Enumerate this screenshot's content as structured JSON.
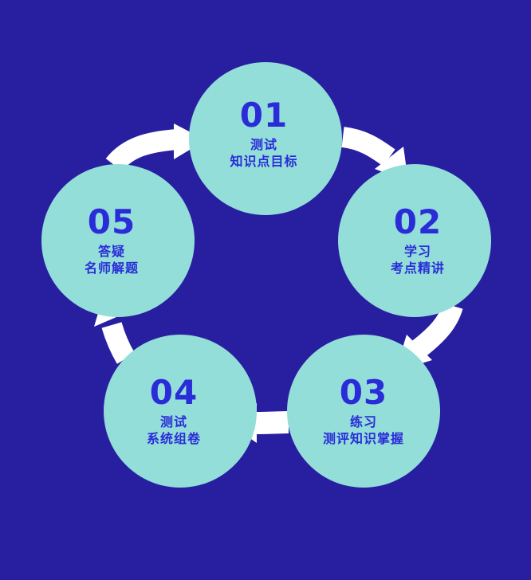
{
  "colors": {
    "background": "#271fa0",
    "circle": "#93ded8",
    "text": "#2a2cd8",
    "arrow": "#ffffff"
  },
  "steps": [
    {
      "number": "01",
      "line1": "测试",
      "line2": "知识点目标"
    },
    {
      "number": "02",
      "line1": "学习",
      "line2": "考点精讲"
    },
    {
      "number": "03",
      "line1": "练习",
      "line2": "测评知识掌握"
    },
    {
      "number": "04",
      "line1": "测试",
      "line2": "系统组卷"
    },
    {
      "number": "05",
      "line1": "答疑",
      "line2": "名师解题"
    }
  ]
}
